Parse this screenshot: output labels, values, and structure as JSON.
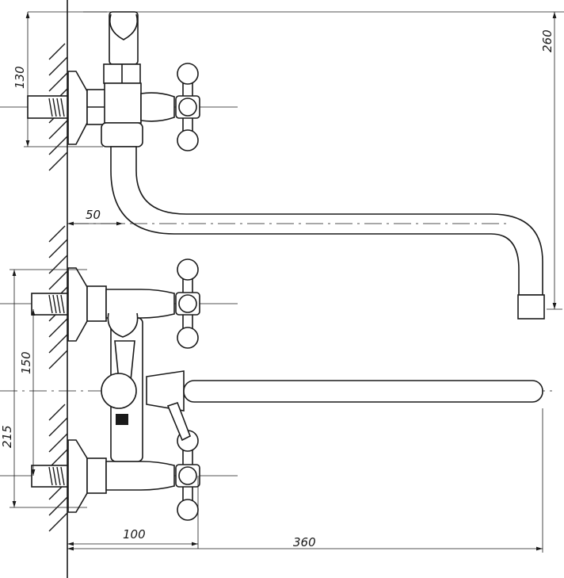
{
  "drawing": {
    "title": "Wall-mounted bath mixer with long swivel spout — dimensional drawing",
    "units": "mm"
  },
  "dimensions": {
    "top_inlet_height": "130",
    "total_height": "260",
    "wall_to_spout_axis": "50",
    "inlet_spacing": "150",
    "overall_bottom_height": "215",
    "wall_to_handle": "100",
    "spout_reach": "360"
  }
}
